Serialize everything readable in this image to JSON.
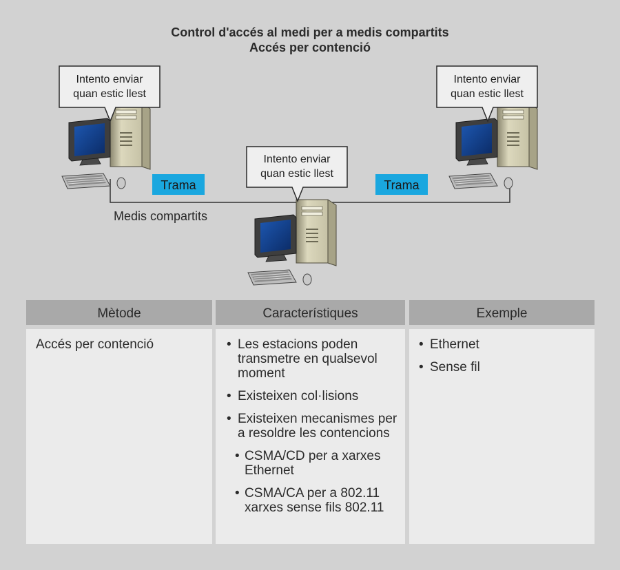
{
  "title": {
    "line1": "Control d'accés al medi per a medis compartits",
    "line2": "Accés per contenció"
  },
  "diagram": {
    "bubbles": [
      {
        "line1": "Intento enviar",
        "line2": "quan estic llest"
      },
      {
        "line1": "Intento enviar",
        "line2": "quan estic llest"
      },
      {
        "line1": "Intento enviar",
        "line2": "quan estic llest"
      }
    ],
    "frames": [
      "Trama",
      "Trama"
    ],
    "medium_label": "Medis compartits",
    "colors": {
      "frame": "#1aa7df",
      "bubble_fill": "#efefef",
      "cable": "#333333"
    }
  },
  "table": {
    "headers": [
      "Mètode",
      "Característiques",
      "Exemple"
    ],
    "method": "Accés per contenció",
    "characteristics": [
      {
        "text": "Les estacions poden transmetre en qualsevol moment",
        "level": 1
      },
      {
        "text": "Existeixen col·lisions",
        "level": 1
      },
      {
        "text": "Existeixen mecanismes per a resoldre les contencions",
        "level": 1
      },
      {
        "text": "CSMA/CD per a xarxes Ethernet",
        "level": 2
      },
      {
        "text": "CSMA/CA per a 802.11 xarxes sense fils 802.11",
        "level": 2
      }
    ],
    "examples": [
      "Ethernet",
      "Sense fil"
    ]
  }
}
